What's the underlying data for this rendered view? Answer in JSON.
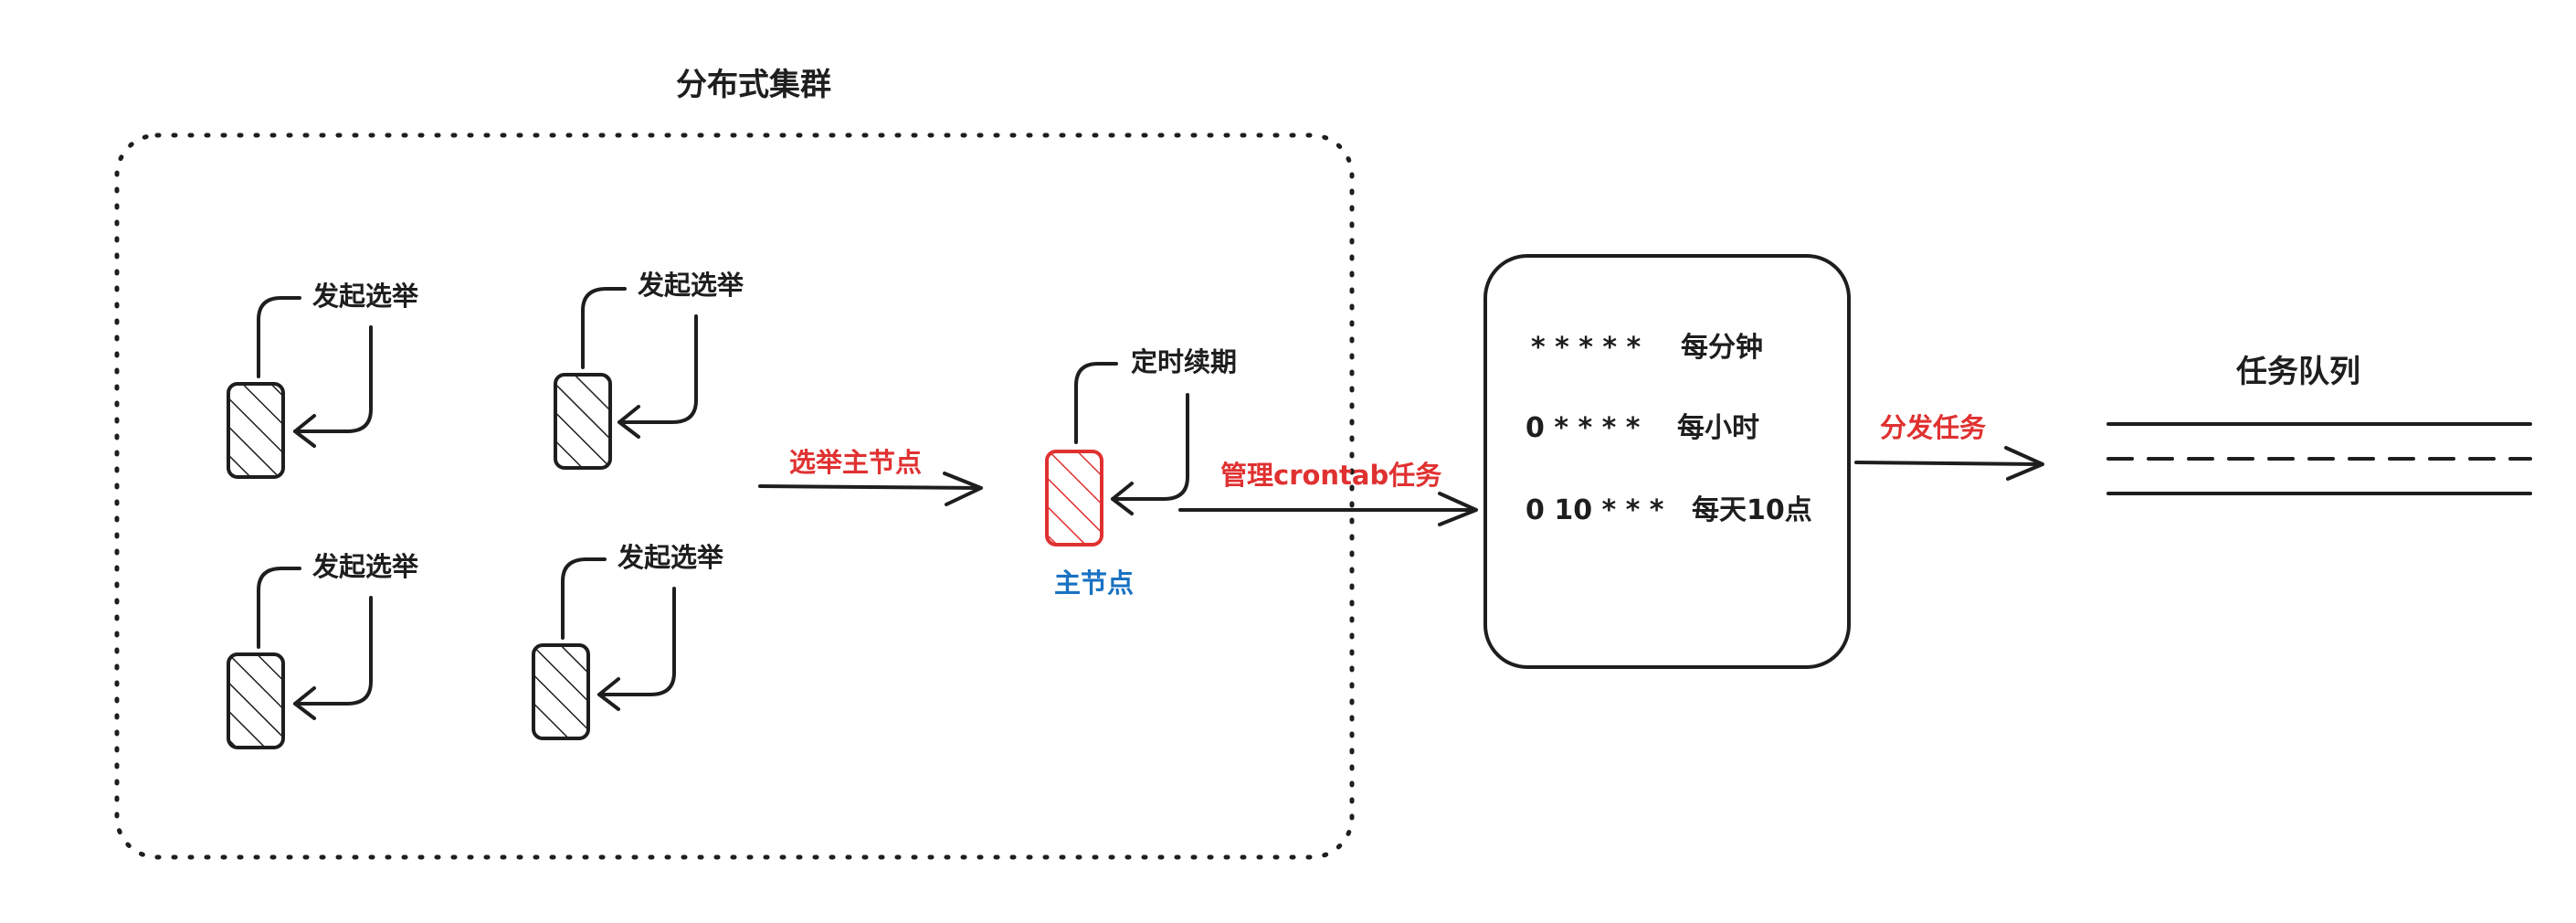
{
  "cluster": {
    "title": "分布式集群"
  },
  "nodes": [
    {
      "label": "发起选举"
    },
    {
      "label": "发起选举"
    },
    {
      "label": "发起选举"
    },
    {
      "label": "发起选举"
    }
  ],
  "master": {
    "label": "定时续期",
    "caption": "主节点"
  },
  "edges": {
    "elect": "选举主节点",
    "manage": "管理crontab任务",
    "dispatch": "分发任务"
  },
  "schedule": {
    "rows": [
      {
        "expr": "* * * * *",
        "desc": "每分钟"
      },
      {
        "expr": "0 * * * *",
        "desc": "每小时"
      },
      {
        "expr": "0 10 * * *",
        "desc": "每天10点"
      }
    ]
  },
  "queue": {
    "title": "任务队列"
  },
  "colors": {
    "stroke": "#1e1e1e",
    "accent_red": "#e03131",
    "accent_blue": "#1971c2"
  }
}
